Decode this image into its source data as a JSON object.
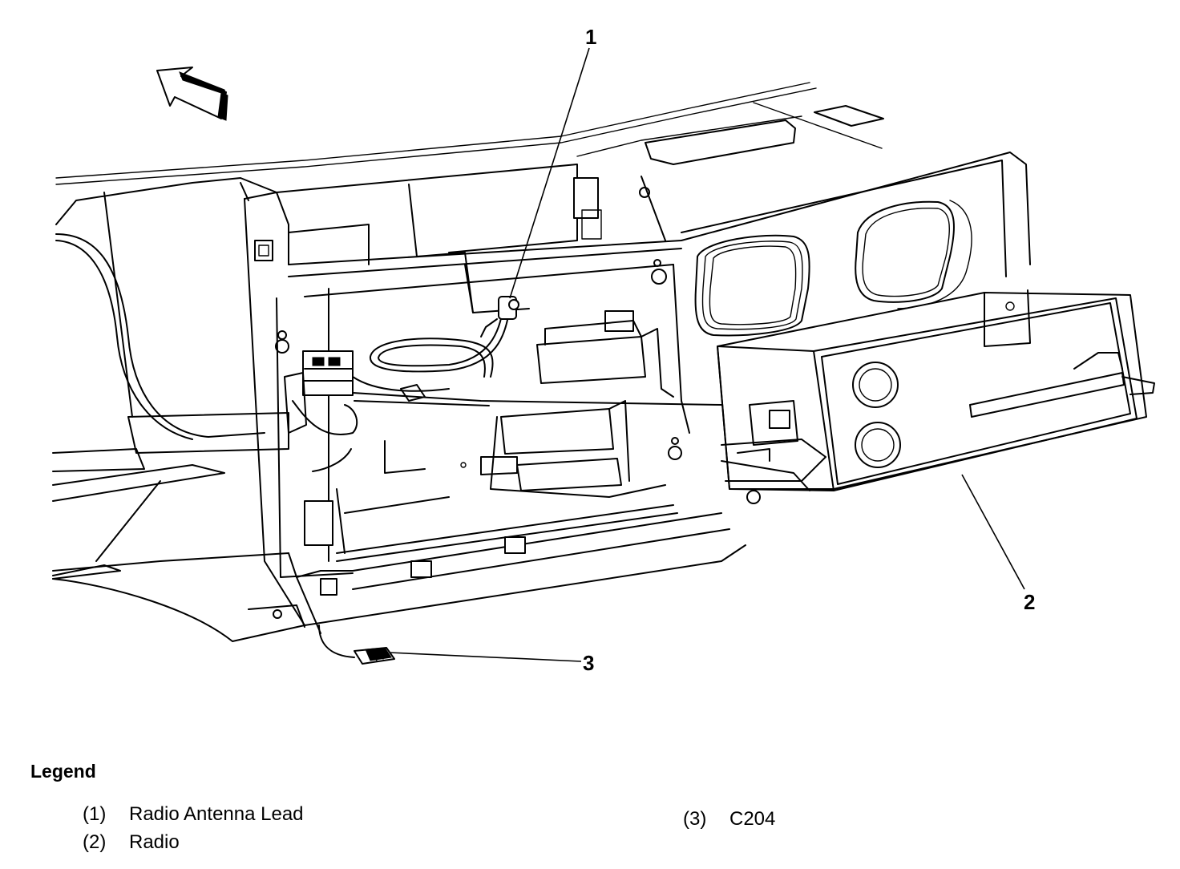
{
  "callouts": [
    {
      "number": "1",
      "target": "radio-antenna-lead"
    },
    {
      "number": "2",
      "target": "radio"
    },
    {
      "number": "3",
      "target": "c204-connector"
    }
  ],
  "legend": {
    "title": "Legend",
    "items": [
      {
        "number": "(1)",
        "label": "Radio Antenna Lead"
      },
      {
        "number": "(2)",
        "label": "Radio"
      },
      {
        "number": "(3)",
        "label": "C204"
      }
    ]
  }
}
